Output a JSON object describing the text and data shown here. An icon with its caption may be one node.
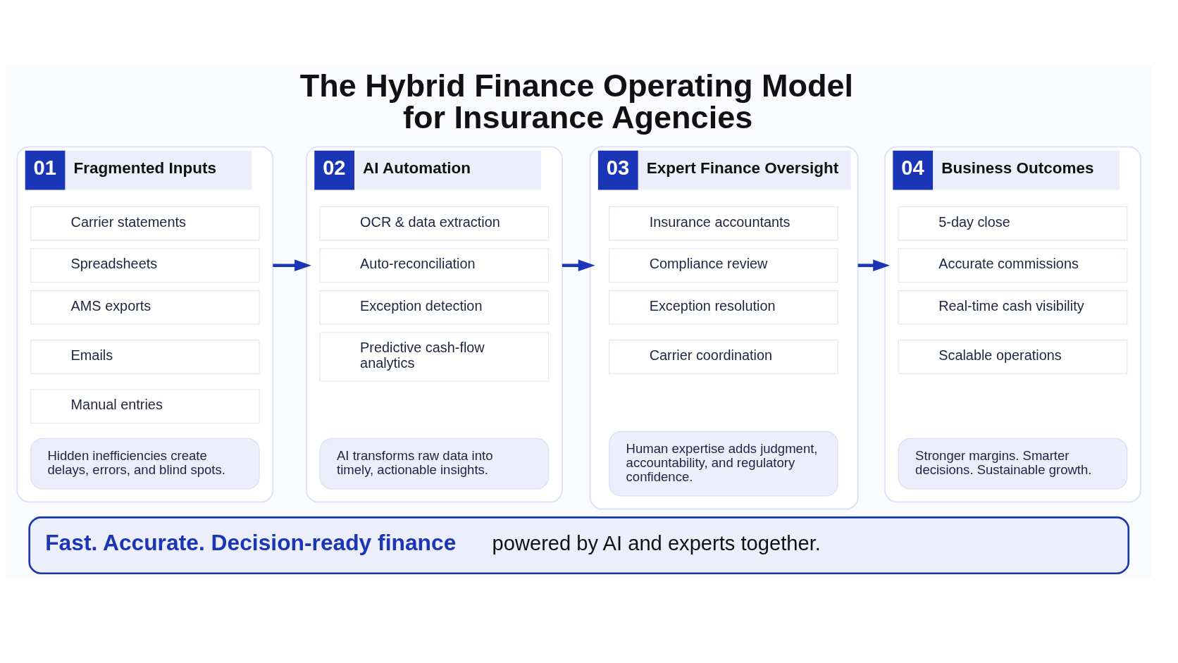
{
  "diagram": {
    "title": "The Hybrid Finance Operating Model for Insurance Agencies",
    "nodes": [
      {
        "text": [
          "01",
          "Fragmented Inputs"
        ]
      },
      {
        "text": [
          "Carrier statements"
        ],
        "in": 0
      },
      {
        "text": [
          "Spreadsheets"
        ],
        "in": 0
      },
      {
        "text": [
          "AMS exports"
        ],
        "in": 0
      },
      {
        "text": [
          "Emails"
        ],
        "in": 0
      },
      {
        "text": [
          "Manual entries"
        ],
        "in": 0
      },
      {
        "text": [
          "Hidden inefficiencies create delays, errors, and blind spots."
        ],
        "in": 0
      },
      {
        "text": [
          "02",
          "AI Automation"
        ]
      },
      {
        "text": [
          "OCR & data extraction"
        ],
        "in": 7
      },
      {
        "text": [
          "Auto-reconciliation"
        ],
        "in": 7
      },
      {
        "text": [
          "Exception detection"
        ],
        "in": 7
      },
      {
        "text": [
          "Predictive cash-flow analytics"
        ],
        "in": 7
      },
      {
        "text": [
          "AI transforms raw data into timely, actionable insights."
        ],
        "in": 7
      },
      {
        "text": [
          "03",
          "Expert Finance Oversight"
        ]
      },
      {
        "text": [
          "Insurance accountants"
        ],
        "in": 13
      },
      {
        "text": [
          "Compliance review"
        ],
        "in": 13
      },
      {
        "text": [
          "Exception resolution"
        ],
        "in": 13
      },
      {
        "text": [
          "Carrier coordination"
        ],
        "in": 13
      },
      {
        "text": [
          "Human expertise adds judgment, accountability, and regulatory confidence."
        ],
        "in": 13
      },
      {
        "text": [
          "04",
          "Business Outcomes"
        ]
      },
      {
        "text": [
          "5-day close"
        ],
        "in": 19
      },
      {
        "text": [
          "Accurate commissions"
        ],
        "in": 19
      },
      {
        "text": [
          "Real-time cash visibility"
        ],
        "in": 19
      },
      {
        "text": [
          "Scalable operations"
        ],
        "in": 19
      },
      {
        "text": [
          "Stronger margins. Smarter decisions. Sustainable growth."
        ],
        "in": 19
      },
      {
        "text": [
          "Fast. Accurate. Decision-ready finance",
          "powered by AI and experts together."
        ]
      }
    ],
    "edges": [
      {
        "from": 0,
        "to": 7,
        "arrow": "to"
      },
      {
        "from": 7,
        "to": 13,
        "arrow": "to"
      },
      {
        "from": 13,
        "to": 19,
        "arrow": "to"
      }
    ]
  }
}
